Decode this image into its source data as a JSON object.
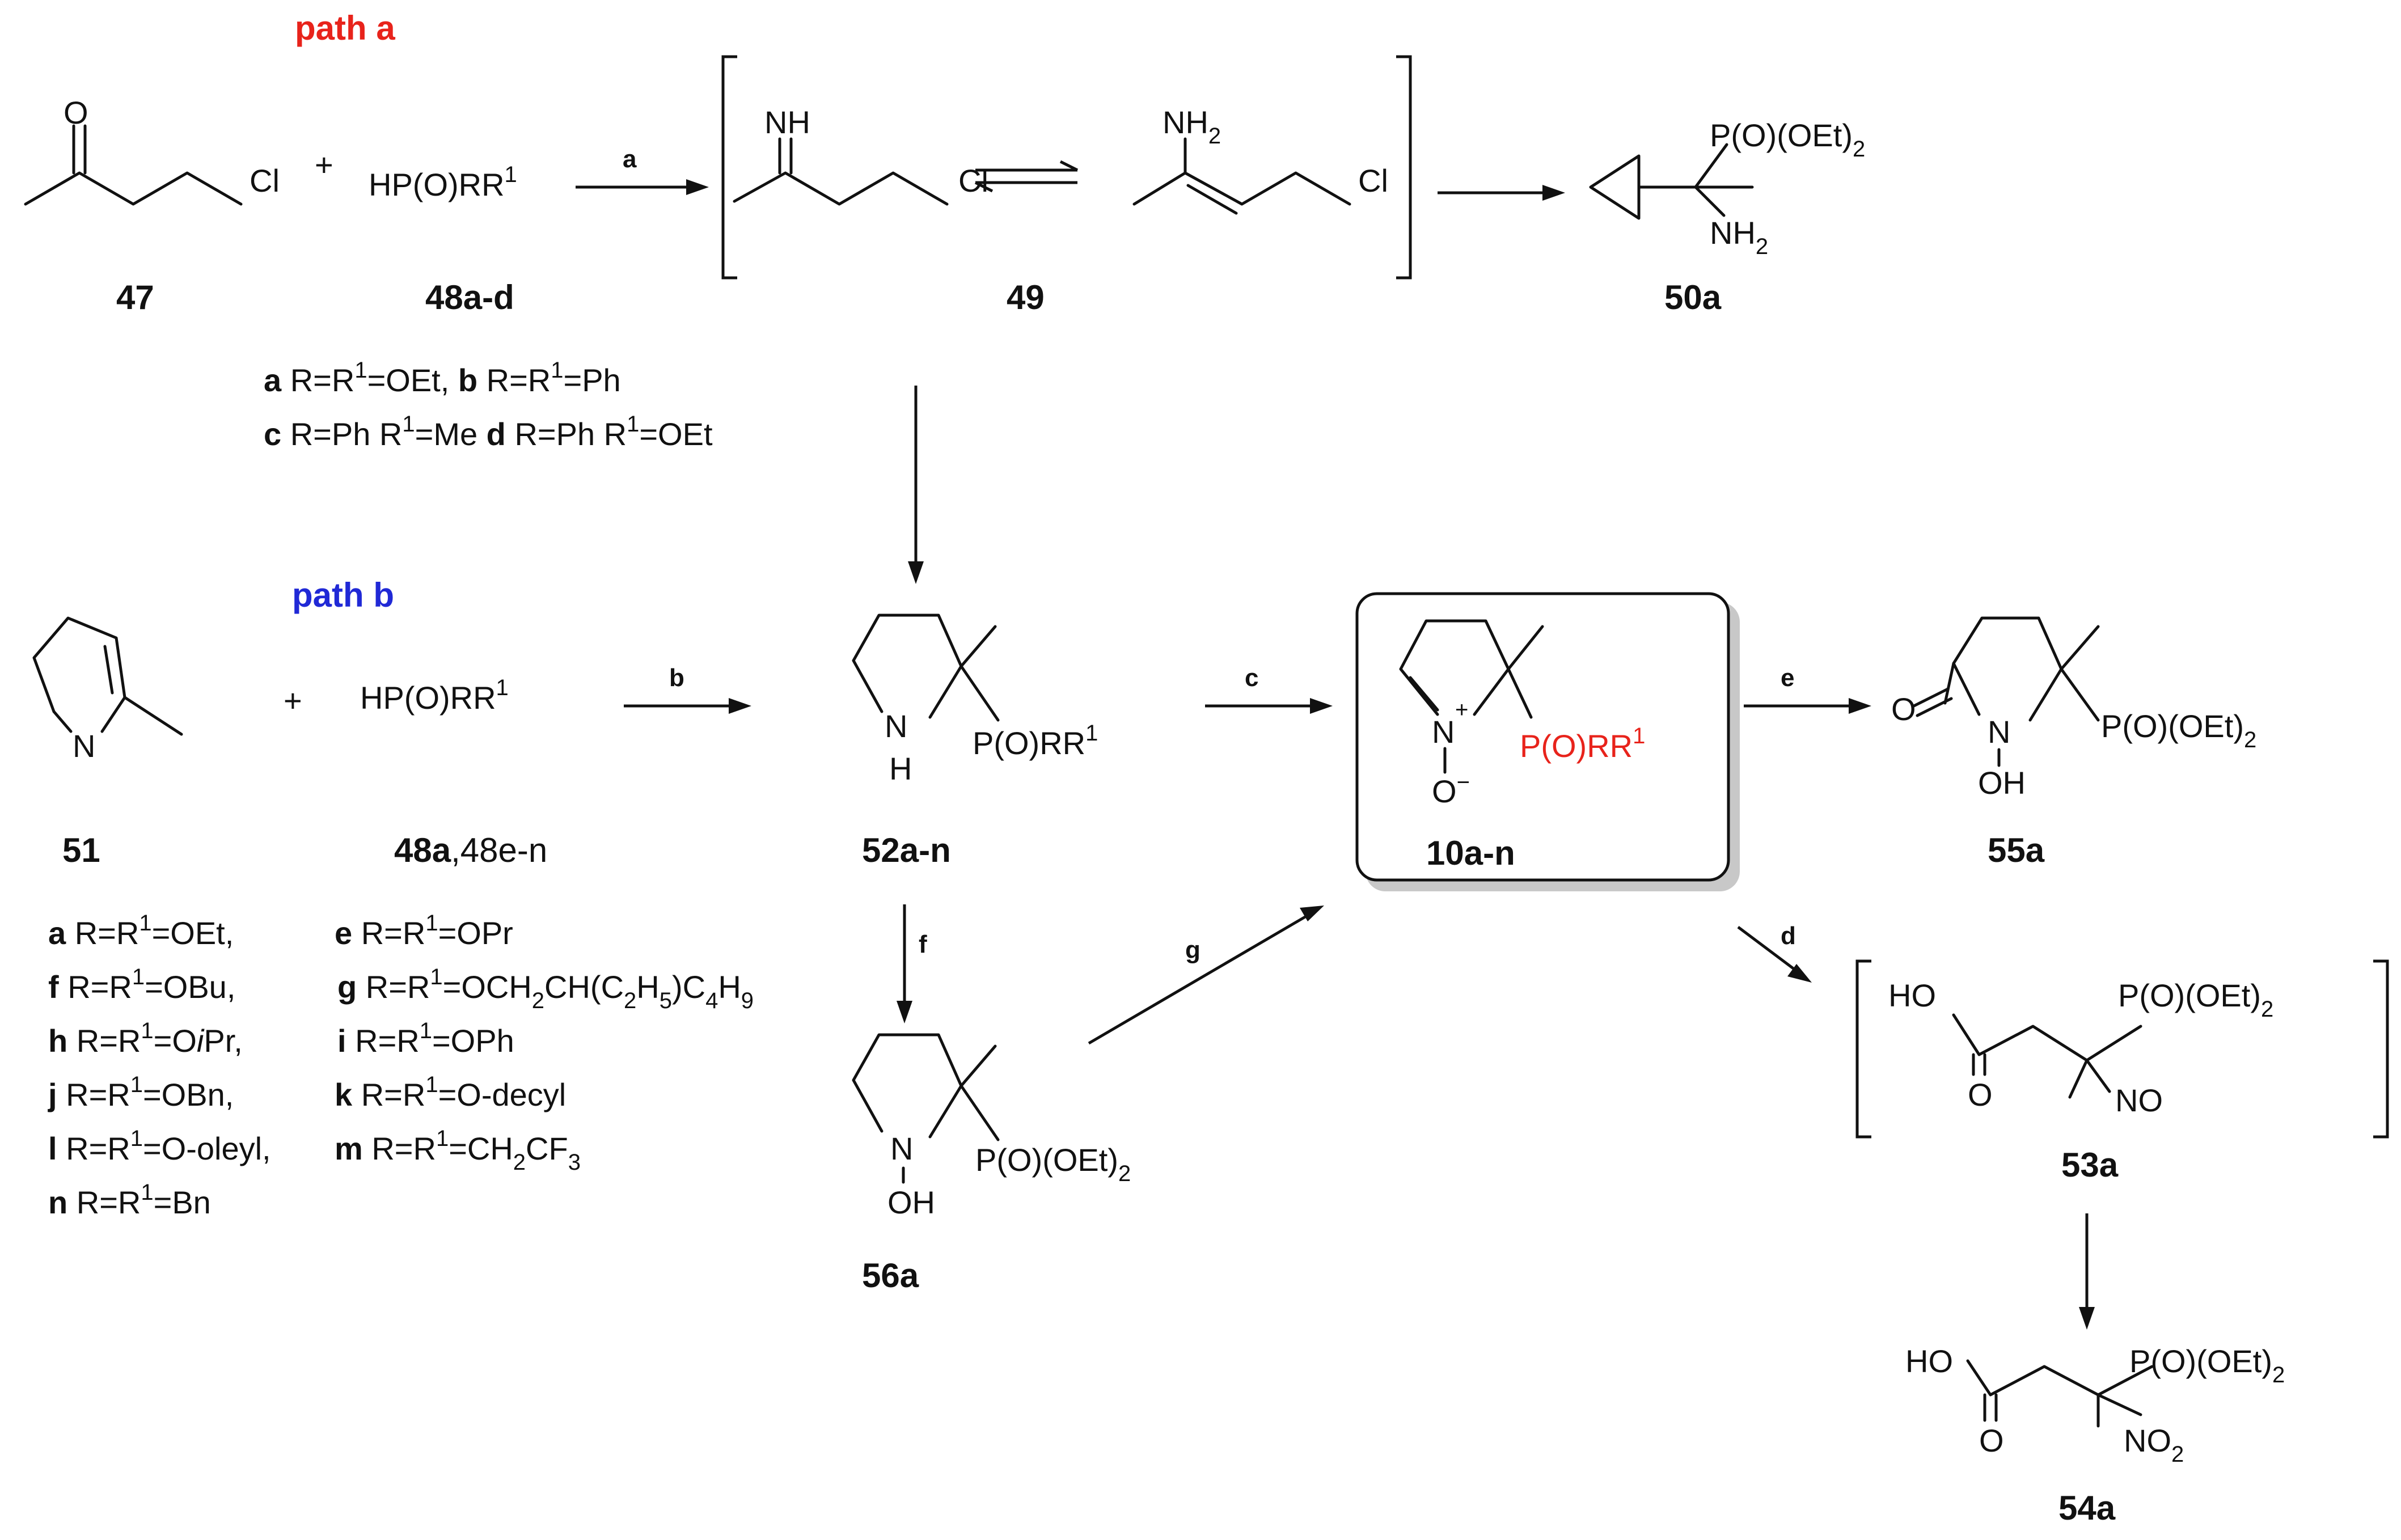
{
  "paths": {
    "a": "path a",
    "b": "path b"
  },
  "reagents": {
    "r_47": "HP(O)RR",
    "r_51": "HP(O)RR",
    "sup": "1"
  },
  "plus": "+",
  "arrows": {
    "a": "a",
    "b": "b",
    "c": "c",
    "d": "d",
    "e": "e",
    "f": "f",
    "g": "g"
  },
  "compounds": {
    "c47": "47",
    "c48ad": "48a-d",
    "c49": "49",
    "c50a": "50a",
    "c51": "51",
    "c48an_a": "48a",
    "c48an_b": ",48e-n",
    "c52": "52a-n",
    "c10": "10a-n",
    "c55a": "55a",
    "c56a": "56a",
    "c53a": "53a",
    "c54a": "54a"
  },
  "atoms": {
    "O": "O",
    "Cl": "Cl",
    "NH": "NH",
    "NH2": "NH",
    "N": "N",
    "H": "H",
    "OH": "OH",
    "HO": "HO",
    "NO": "NO",
    "NO2": "NO",
    "plus_charge": "+",
    "O_minus": "O",
    "minus": "−",
    "PO_OEt2": "P(O)(OEt)",
    "PO_RR": "P(O)RR",
    "sub2": "2",
    "sub1": "1"
  },
  "legend_48ad": [
    [
      "a",
      " R=R",
      "1",
      "=OEt, ",
      "b",
      " R=R",
      "1",
      "=Ph"
    ],
    [
      "c",
      " R=Ph R",
      "1",
      "=Me ",
      "d",
      " R=Ph R",
      "1",
      "=OEt"
    ]
  ],
  "legend_48en": {
    "a": "a",
    "a_text": " R=R",
    "a_rest": "=OEt,",
    "e": "e",
    "e_text": " R=R",
    "e_rest": "=OPr",
    "f": "f",
    "f_text": "  R=R",
    "f_rest": "=OBu,",
    "g": "g",
    "g_text": " R=R",
    "g_rest": "=OCH",
    "g_r2": "CH(C",
    "g_r3": "H",
    "g_r4": ")C",
    "g_r5": "H",
    "h": "h",
    "h_text": " R=R",
    "h_rest": "=O",
    "h_ipr": "i",
    "h_pr": "Pr,",
    "i": "i",
    "i_text": " R=R",
    "i_rest": "=OPh",
    "j": "j",
    "j_text": "  R=R",
    "j_rest": "=OBn,",
    "k": "k",
    "k_text": " R=R",
    "k_rest": "=O-decyl",
    "l": "l",
    "l_text": "  R=R",
    "l_rest": "=O-oleyl,",
    "m": "m",
    "m_text": " R=R",
    "m_rest": "=CH",
    "m_r2": "CF",
    "n": "n",
    "n_text": "   R=R",
    "n_rest": "=Bn"
  },
  "colors": {
    "path_a": "#e8231b",
    "path_b": "#2029d6",
    "highlight": "#e8231b",
    "box_shadow": "#c8c8c8"
  }
}
